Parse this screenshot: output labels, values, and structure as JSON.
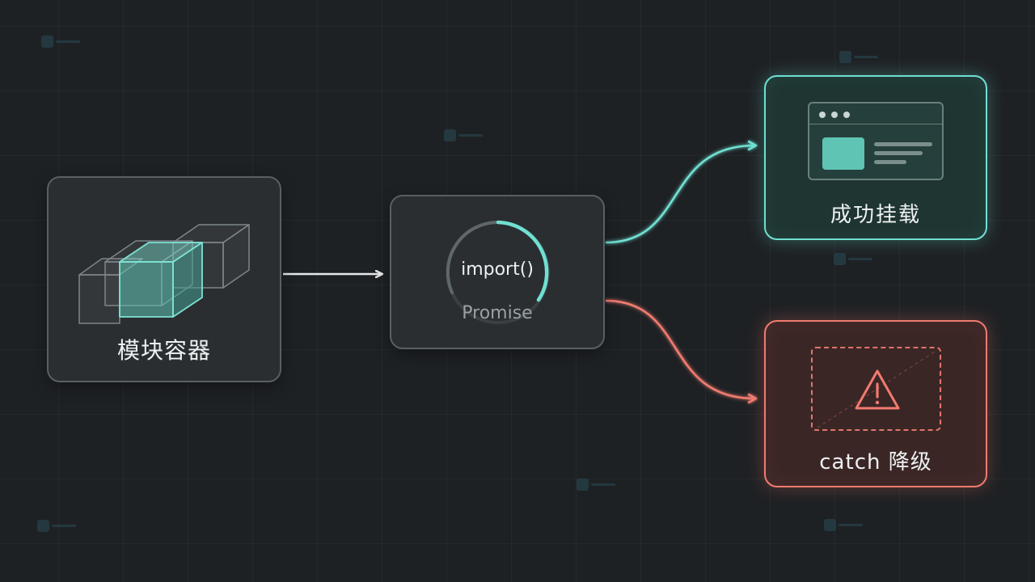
{
  "diagram": {
    "nodes": {
      "container": {
        "label": "模块容器"
      },
      "import": {
        "label": "import()",
        "sublabel": "Promise"
      },
      "success": {
        "label": "成功挂载"
      },
      "fail": {
        "label": "catch 降级"
      }
    },
    "colors": {
      "background": "#1e2124",
      "teal_accent": "#6fe0d2",
      "red_accent": "#f07b6f",
      "neutral_border": "#5a5f63"
    },
    "icons": {
      "container": "stacked-cubes-icon",
      "import": "loading-ring-icon",
      "success": "browser-window-icon",
      "fail": "warning-triangle-icon"
    }
  }
}
